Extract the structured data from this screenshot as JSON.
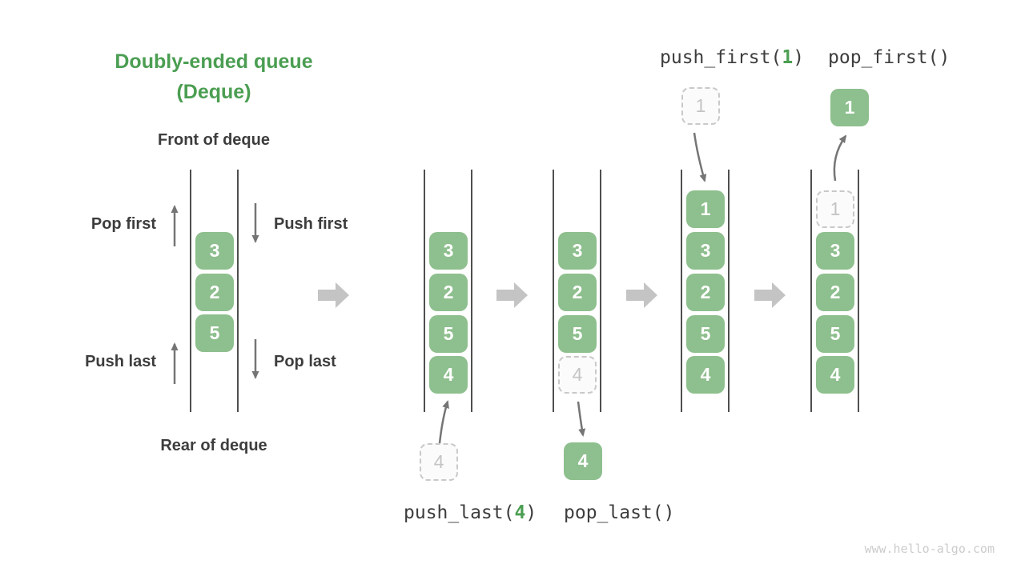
{
  "title": {
    "line1": "Doubly-ended queue",
    "line2": "(Deque)"
  },
  "deque_labels": {
    "front": "Front of deque",
    "rear": "Rear of deque"
  },
  "action_labels": {
    "pop_first": "Pop first",
    "push_first": "Push first",
    "push_last": "Push last",
    "pop_last": "Pop last"
  },
  "ops": {
    "push_first": {
      "pre": "push_first(",
      "arg": "1",
      "post": ")"
    },
    "pop_first": {
      "text": "pop_first()"
    },
    "push_last": {
      "pre": "push_last(",
      "arg": "4",
      "post": ")"
    },
    "pop_last": {
      "text": "pop_last()"
    }
  },
  "demo_stack": [
    "3",
    "2",
    "5"
  ],
  "states": [
    {
      "name": "push-last-target",
      "stack": [
        {
          "v": "3",
          "style": "solid"
        },
        {
          "v": "2",
          "style": "solid"
        },
        {
          "v": "5",
          "style": "solid"
        },
        {
          "v": "4",
          "style": "solid"
        }
      ],
      "incoming": {
        "v": "4",
        "style": "dashed",
        "position": "below"
      }
    },
    {
      "name": "pop-last-result",
      "stack": [
        {
          "v": "3",
          "style": "solid"
        },
        {
          "v": "2",
          "style": "solid"
        },
        {
          "v": "5",
          "style": "solid"
        },
        {
          "v": "4",
          "style": "dashed"
        }
      ],
      "outgoing": {
        "v": "4",
        "style": "solid",
        "position": "below"
      }
    },
    {
      "name": "push-first-result",
      "stack": [
        {
          "v": "1",
          "style": "solid"
        },
        {
          "v": "3",
          "style": "solid"
        },
        {
          "v": "2",
          "style": "solid"
        },
        {
          "v": "5",
          "style": "solid"
        },
        {
          "v": "4",
          "style": "solid"
        }
      ],
      "incoming": {
        "v": "1",
        "style": "dashed",
        "position": "above"
      }
    },
    {
      "name": "pop-first-result",
      "stack": [
        {
          "v": "1",
          "style": "dashed"
        },
        {
          "v": "3",
          "style": "solid"
        },
        {
          "v": "2",
          "style": "solid"
        },
        {
          "v": "5",
          "style": "solid"
        },
        {
          "v": "4",
          "style": "solid"
        }
      ],
      "outgoing": {
        "v": "1",
        "style": "solid",
        "position": "above"
      }
    }
  ],
  "watermark": "www.hello-algo.com",
  "colors": {
    "cell_green": "#8ebf8e",
    "title_green": "#4b9e52",
    "text_dark": "#3d3d3d",
    "thin_arrow_gray": "#757575",
    "block_arrow_gray": "#c4c4c4",
    "dashed_border_gray": "#c9c9c9",
    "dashed_text_gray": "#c4c4c4",
    "channel_line_gray": "#4f4f4f",
    "watermark_gray": "#cccccc"
  }
}
